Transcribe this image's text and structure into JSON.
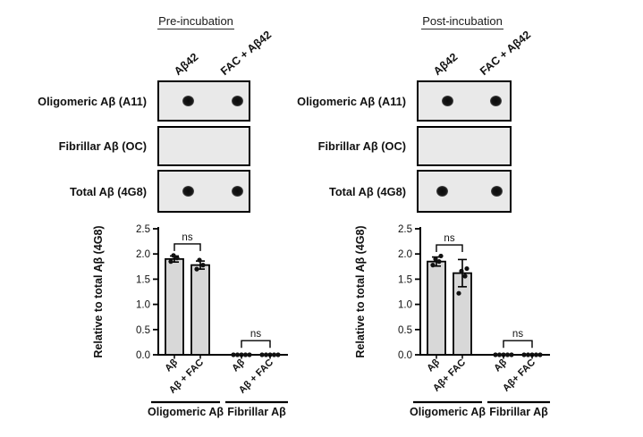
{
  "figure": {
    "panels": [
      {
        "title": "Pre-incubation",
        "col_labels": [
          "Aβ42",
          "FAC + Aβ42"
        ],
        "rows": [
          {
            "label": "Oligomeric Aβ (A11)",
            "dots": [
              0.32,
              0.87
            ]
          },
          {
            "label": "Fibrillar Aβ (OC)",
            "dots": []
          },
          {
            "label": "Total Aβ (4G8)",
            "dots": [
              0.32,
              0.87
            ]
          }
        ]
      },
      {
        "title": "Post-incubation",
        "col_labels": [
          "Aβ42",
          "FAC + Aβ42"
        ],
        "rows": [
          {
            "label": "Oligomeric Aβ (A11)",
            "dots": [
              0.32,
              0.85
            ]
          },
          {
            "label": "Fibrillar Aβ (OC)",
            "dots": []
          },
          {
            "label": "Total Aβ (4G8)",
            "dots": [
              0.26,
              0.86
            ]
          }
        ]
      }
    ]
  },
  "chart_data": [
    {
      "type": "bar",
      "ylabel": "Relative to total Aβ (4G8)",
      "ylim": [
        0,
        2.5
      ],
      "yticks": [
        "0.0",
        "0.5",
        "1.0",
        "1.5",
        "2.0",
        "2.5"
      ],
      "grid": false,
      "legend": "none",
      "groups": [
        {
          "label": "Oligomeric Aβ",
          "sig": "ns",
          "sig_y": 2.2,
          "bars": [
            {
              "label": "Aβ",
              "value": 1.9,
              "error": 0.06,
              "points": [
                1.85,
                1.92,
                1.97
              ]
            },
            {
              "label": "Aβ + FAC",
              "value": 1.78,
              "error": 0.08,
              "points": [
                1.7,
                1.78,
                1.88
              ]
            }
          ]
        },
        {
          "label": "Fibrillar Aβ",
          "sig": "ns",
          "sig_y": 0.28,
          "bars": [
            {
              "label": "Aβ",
              "value": 0,
              "error": 0,
              "points": [
                0,
                0,
                0,
                0,
                0
              ]
            },
            {
              "label": "Aβ + FAC",
              "value": 0,
              "error": 0,
              "points": [
                0,
                0,
                0,
                0,
                0
              ]
            }
          ]
        }
      ]
    },
    {
      "type": "bar",
      "ylabel": "Relative to total Aβ (4G8)",
      "ylim": [
        0,
        2.5
      ],
      "yticks": [
        "0.0",
        "0.5",
        "1.0",
        "1.5",
        "2.0",
        "2.5"
      ],
      "grid": false,
      "legend": "none",
      "groups": [
        {
          "label": "Oligomeric Aβ",
          "sig": "ns",
          "sig_y": 2.18,
          "bars": [
            {
              "label": "Aβ",
              "value": 1.85,
              "error": 0.09,
              "points": [
                1.78,
                1.85,
                1.9,
                1.96
              ]
            },
            {
              "label": "Aβ+ FAC",
              "value": 1.62,
              "error": 0.27,
              "points": [
                1.22,
                1.56,
                1.66,
                1.71
              ]
            }
          ]
        },
        {
          "label": "Fibrillar Aβ",
          "sig": "ns",
          "sig_y": 0.28,
          "bars": [
            {
              "label": "Aβ",
              "value": 0,
              "error": 0,
              "points": [
                0,
                0,
                0,
                0,
                0
              ]
            },
            {
              "label": "Aβ+ FAC",
              "value": 0,
              "error": 0,
              "points": [
                0,
                0,
                0,
                0,
                0
              ]
            }
          ]
        }
      ]
    }
  ],
  "colors": {
    "background": "#ffffff",
    "blot_box_fill": "#e9e9e9",
    "bar_fill": "#d8d8d8",
    "line": "#000000",
    "dot": "#111111"
  }
}
